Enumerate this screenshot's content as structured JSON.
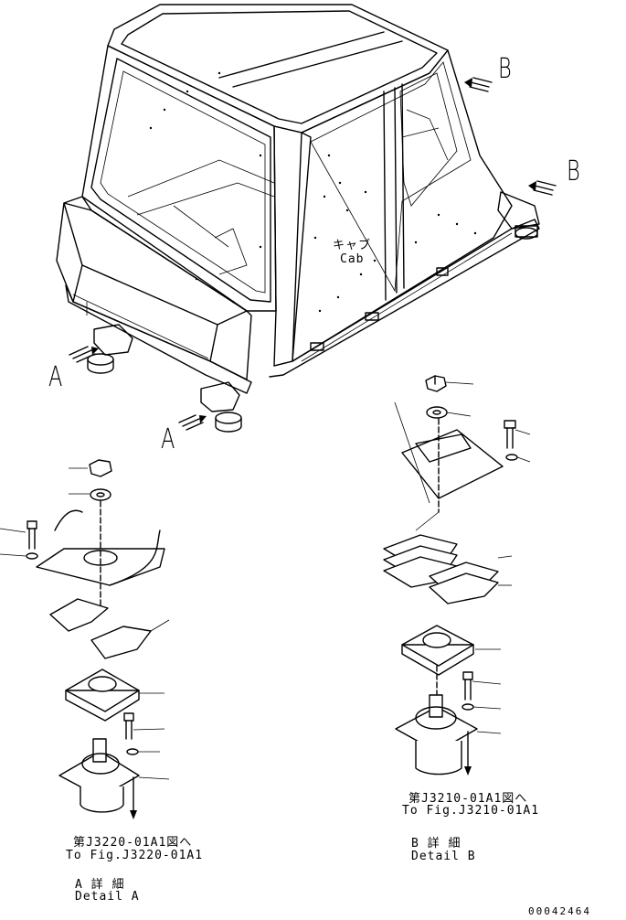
{
  "callouts": {
    "A_left": "A",
    "A_bottom": "A",
    "B_top": "B",
    "B_right": "B"
  },
  "cab": {
    "jp": "キャブ",
    "en": "Cab"
  },
  "detail_a": {
    "ref_jp": "第J3220-01A1図へ",
    "ref_en": "To Fig.J3220-01A1",
    "title_jp": "A 詳 細",
    "title_en": "Detail A"
  },
  "detail_b": {
    "ref_jp": "第J3210-01A1図へ",
    "ref_en": "To Fig.J3210-01A1",
    "title_jp": "B 詳 細",
    "title_en": "Detail B"
  },
  "drawing_number": "00042464"
}
